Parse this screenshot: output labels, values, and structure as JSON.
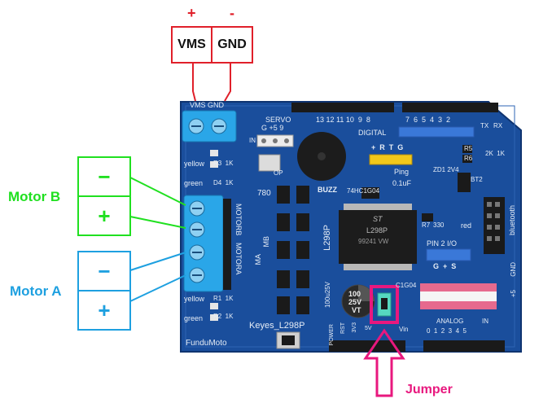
{
  "annotations": {
    "power_plus": "+",
    "power_minus": "-",
    "vms_box": "VMS",
    "gnd_box": "GND",
    "motor_b": "Motor B",
    "motor_a": "Motor A",
    "minus_sign": "−",
    "plus_sign": "+",
    "jumper": "Jumper"
  },
  "board": {
    "vms_gnd_silk": "VMS GND",
    "servo": "SERVO",
    "servo_pins": "G +5 9",
    "pin_numbers": "13 12 11 10  9  8",
    "digital": "DIGITAL",
    "top_right_pins": "7  6  5  4  3  2",
    "tx": "TX",
    "rx": "RX",
    "buzz": "BUZZ",
    "ping_pins": "+  R  T  G",
    "ping": "Ping",
    "yellow": "yellow",
    "green": "green",
    "r3": "R3  1K",
    "d4": "D4  1K",
    "op": "OP",
    "in": "IN",
    "chip_74": "74HC1G04",
    "cap_01": "0.1uF",
    "r7": "R7",
    "r7_val": "330",
    "red": "red",
    "r5": "R5",
    "r6": "R6",
    "r2k": "2K  1K",
    "zd1": "ZD1 2V4",
    "bt2": "BT2",
    "bluetooth": "bluetooth",
    "n780": "780",
    "motorb": "MOTORB",
    "motora": "MOTORA",
    "ma": "MA",
    "mb": "MB",
    "l298p_side": "L298P",
    "l298p_chip": "L298P",
    "chip_mark": "ST",
    "chip_code": "99241 VW",
    "pin2_io": "PIN 2 I/O",
    "g_s": "G  +  S",
    "gnd_side": "GND",
    "plus5": "+5",
    "cap_text_1": "100",
    "cap_text_2": "25V",
    "cap_text_3": "VT",
    "cap_side": "100u25V",
    "c1g04": "C1G04",
    "yellow2": "yellow",
    "green2": "green",
    "r1": "R1  1K",
    "r2": "R2  1K",
    "keyes": "Keyes_L298P",
    "fundumoto": "FunduMoto",
    "power": "POWER",
    "rst": "RST",
    "v33": "3V3",
    "v5": "5V",
    "vin": "Vin",
    "analog": "ANALOG",
    "analog_in": "IN",
    "analog_pins": "0  1  2  3  4  5"
  },
  "colors": {
    "power_red": "#e0202a",
    "motor_b_green": "#20e020",
    "motor_a_blue": "#1ea0e0",
    "jumper_pink": "#e8187e",
    "board_blue": "#1a4e9c",
    "terminal_blue": "#2aa6e8"
  }
}
